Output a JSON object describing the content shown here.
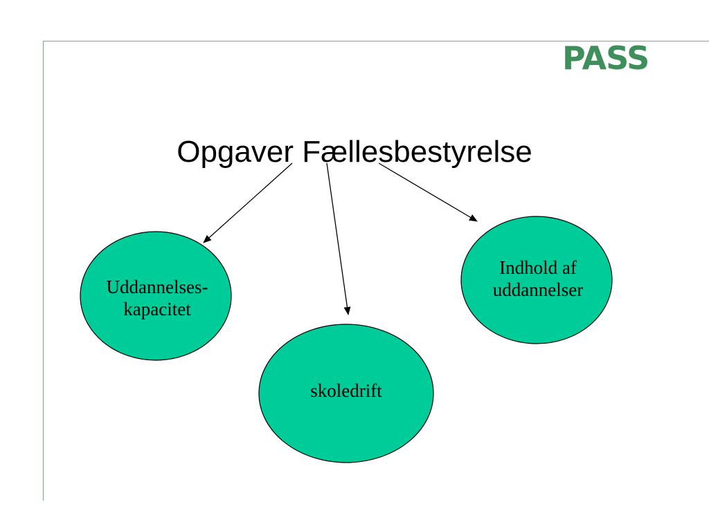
{
  "logo": {
    "text": "PASS"
  },
  "title": "Opgaver Fællesbestyrelse",
  "nodes": [
    {
      "label_line1": "Uddannelses-",
      "label_line2": "kapacitet"
    },
    {
      "label_line1": "skoledrift"
    },
    {
      "label_line1": "Indhold af",
      "label_line2": "uddannelser"
    }
  ],
  "colors": {
    "node_fill": "#00cc99",
    "node_stroke": "#000000",
    "logo": "#3f8f5c",
    "frame": "#7fa882"
  }
}
